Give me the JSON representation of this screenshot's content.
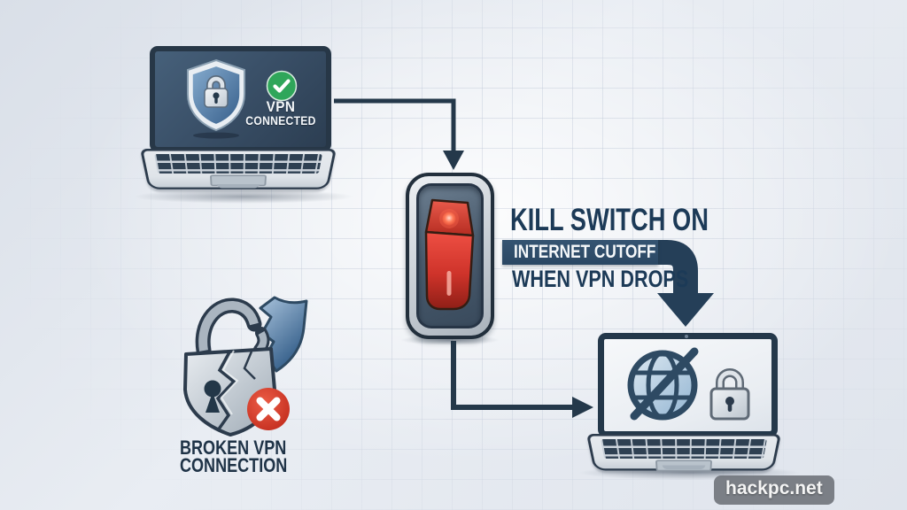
{
  "vpn_laptop": {
    "status_line1": "VPN",
    "status_line2": "CONNECTED"
  },
  "kill_switch": {
    "heading": "KILL SWITCH ON",
    "banner": "INTERNET CUTOFF",
    "subheading": "WHEN VPN DROPS",
    "switch_mark": "I"
  },
  "broken_vpn": {
    "label_line1": "BROKEN VPN",
    "label_line2": "CONNECTION"
  },
  "watermark": {
    "text": "hackpc.net"
  },
  "icons": {
    "checkmark": "✓",
    "cross": "✕"
  },
  "colors": {
    "navy_arrow": "#24384a",
    "heading_navy": "#1c3a57",
    "banner_navy": "#2e4c68",
    "switch_red": "#d83a2e",
    "green_badge": "#2fa65a",
    "error_red": "#d63a2b",
    "screen_blue": "#3a5068",
    "background": "#e7ebf1"
  }
}
